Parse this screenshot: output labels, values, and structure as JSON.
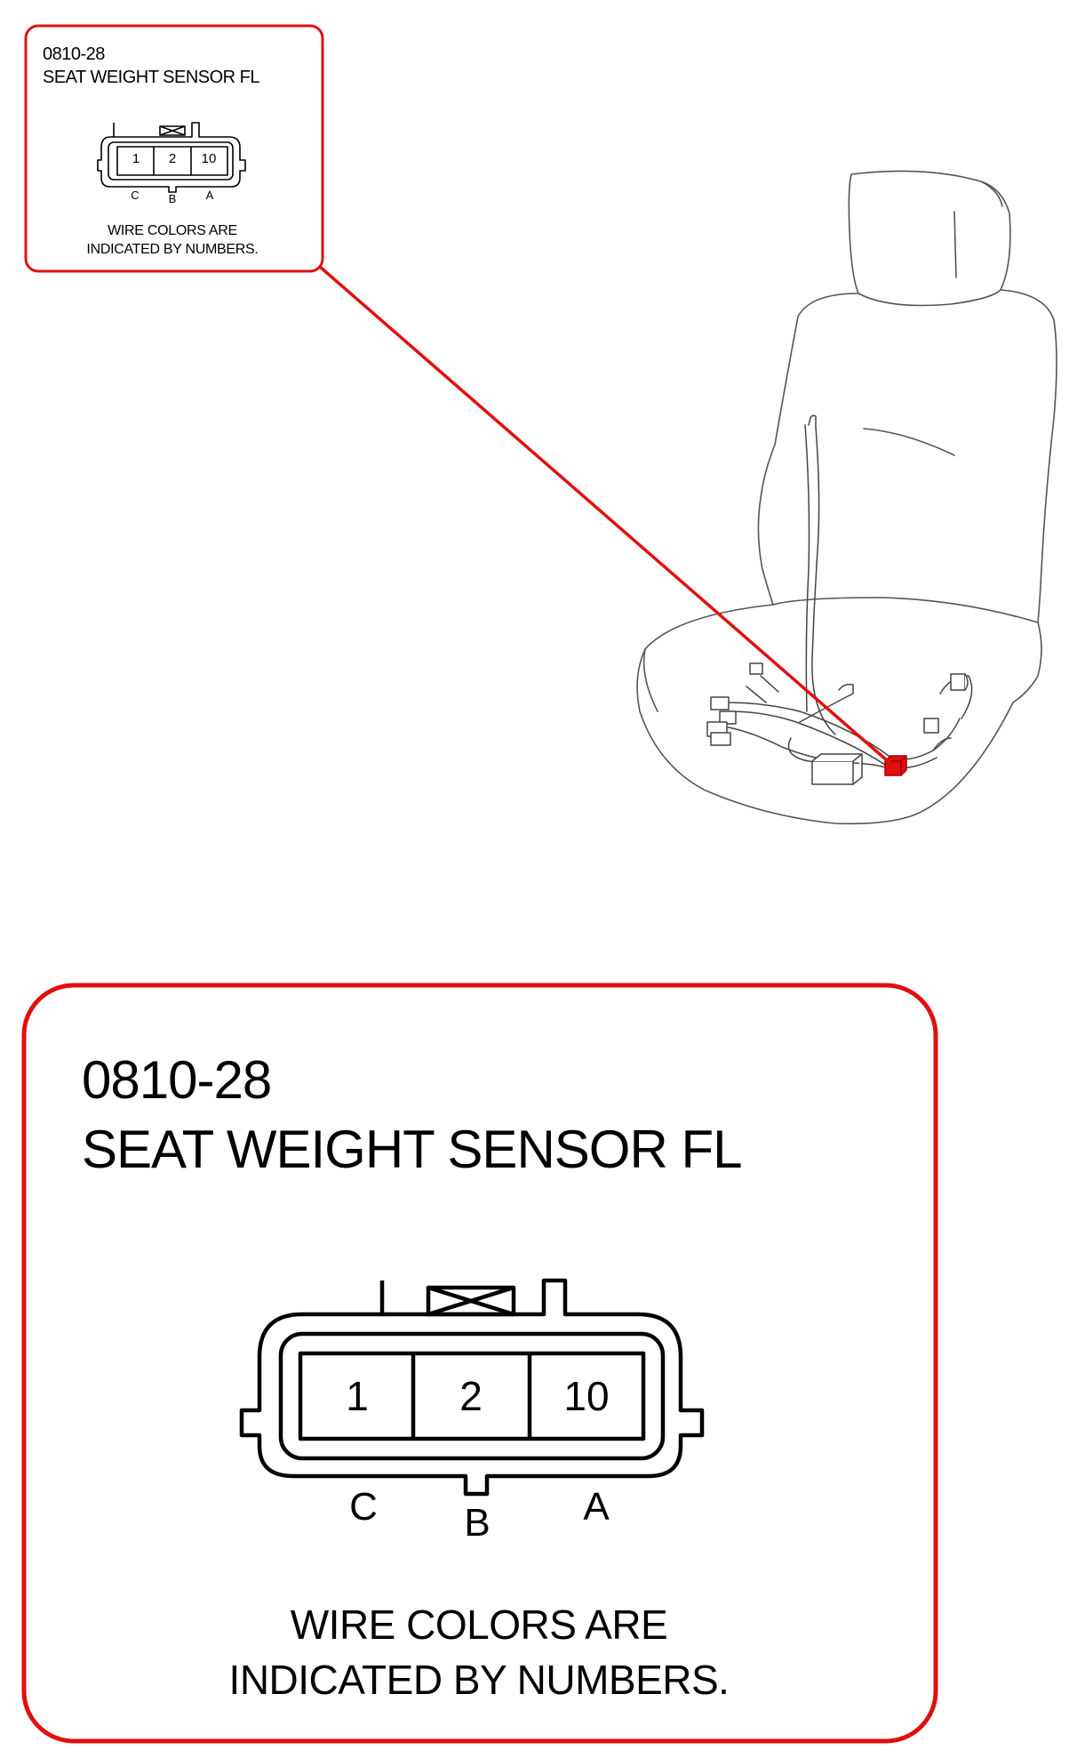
{
  "connector": {
    "code": "0810-28",
    "name": "SEAT WEIGHT SENSOR FL",
    "pins": [
      "1",
      "2",
      "10"
    ],
    "pin_letters": [
      "C",
      "B",
      "A"
    ],
    "note_line1": "WIRE COLORS ARE",
    "note_line2": "INDICATED BY NUMBERS."
  },
  "colors": {
    "callout_border": "#e01010",
    "highlight": "#e01010",
    "line": "#000000",
    "seat_line": "#555555"
  }
}
